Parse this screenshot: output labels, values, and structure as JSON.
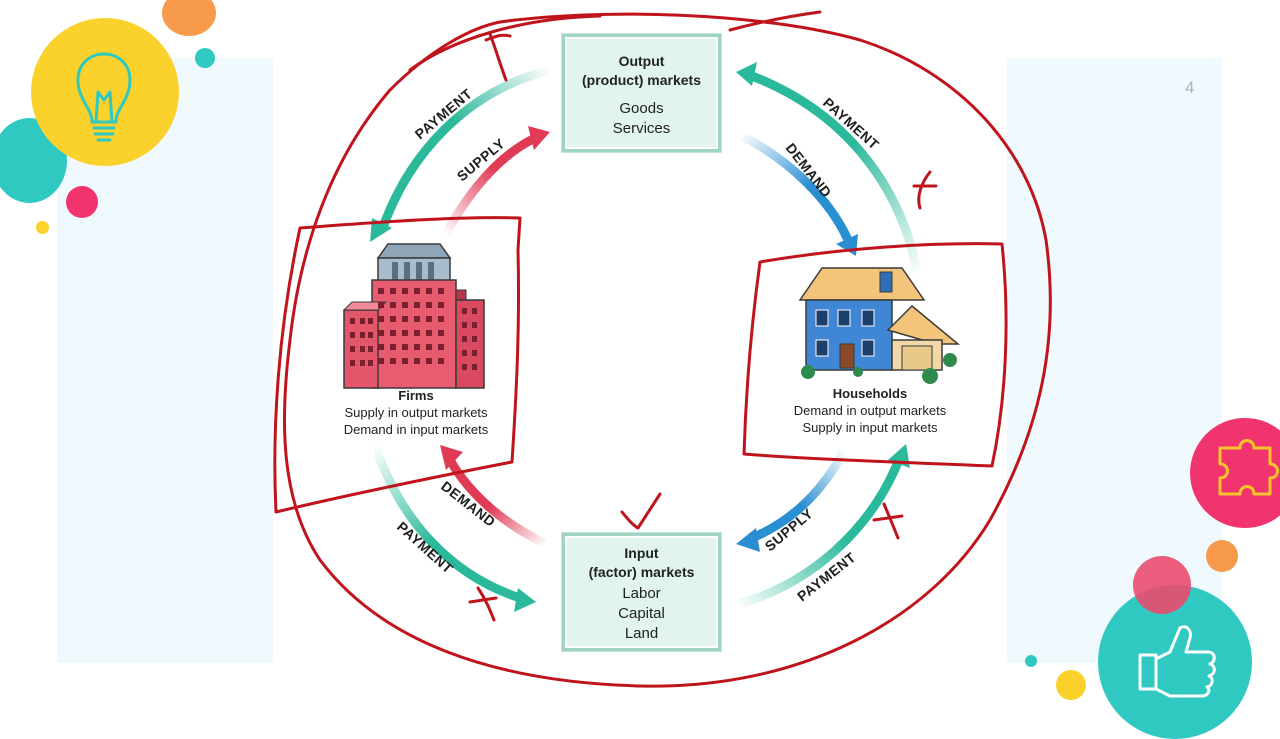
{
  "slide": {
    "page_number": "4"
  },
  "output_market": {
    "title_line1": "Output",
    "title_line2": "(product) markets",
    "items": [
      "Goods",
      "Services"
    ]
  },
  "input_market": {
    "title_line1": "Input",
    "title_line2": "(factor) markets",
    "items": [
      "Labor",
      "Capital",
      "Land"
    ]
  },
  "firms": {
    "name": "Firms",
    "line1": "Supply in output markets",
    "line2": "Demand in input markets"
  },
  "households": {
    "name": "Households",
    "line1": "Demand in output markets",
    "line2": "Supply in input markets"
  },
  "flows": {
    "payment_top_left": "PAYMENT",
    "supply_top_left": "SUPPLY",
    "payment_top_right": "PAYMENT",
    "demand_top_right": "DEMAND",
    "demand_bottom_left": "DEMAND",
    "payment_bottom_left": "PAYMENT",
    "supply_bottom_right": "SUPPLY",
    "payment_bottom_right": "PAYMENT"
  },
  "colors": {
    "payment_arrow": "#2bb99b",
    "supply_arrow": "#e03a55",
    "demand_arrow": "#2a8fd1",
    "annotation_ink": "#c0141c",
    "box_fill": "#e1f4ee",
    "box_border": "#9fd3c2"
  },
  "icons": {
    "top_left_decoration": "light-bulb-icon",
    "right_decoration": "puzzle-piece-icon",
    "bottom_right_decoration": "thumbs-up-icon",
    "firms_illustration": "office-building-icon",
    "households_illustration": "house-icon"
  }
}
